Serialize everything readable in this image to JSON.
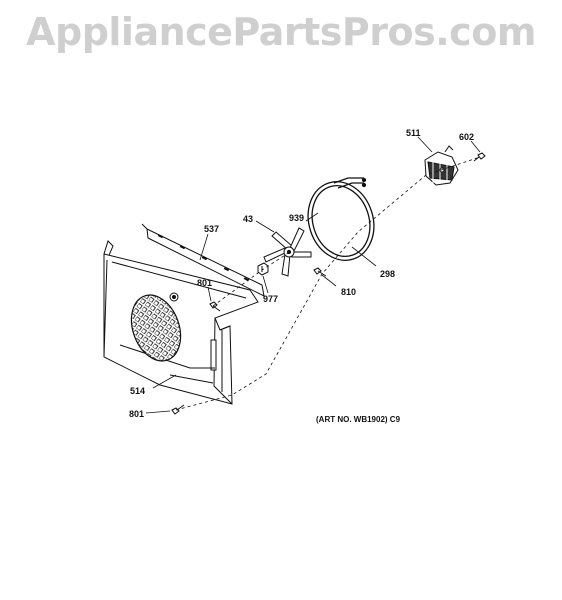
{
  "watermark": "AppliancePartsPros.com",
  "art_note": "(ART NO. WB1902) C9",
  "parts": {
    "p511": "511",
    "p602": "602",
    "p939": "939",
    "p43": "43",
    "p537": "537",
    "p298": "298",
    "p801a": "801",
    "p977": "977",
    "p810": "810",
    "p514": "514",
    "p801b": "801"
  }
}
